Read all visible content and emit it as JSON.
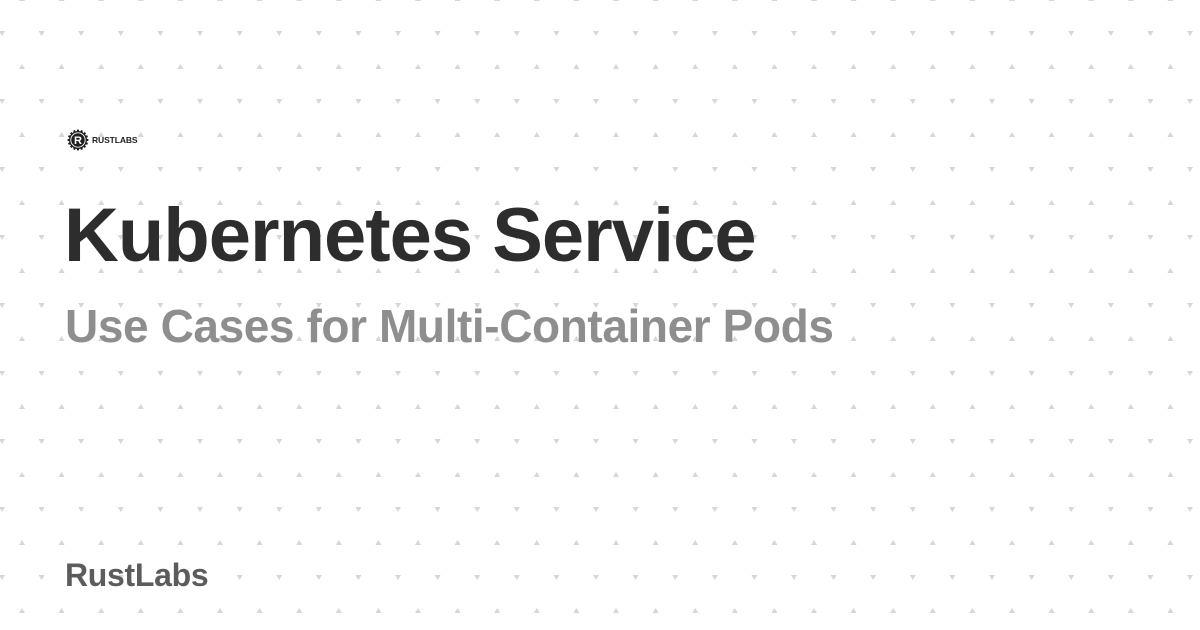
{
  "header": {
    "logo_text": "RUSTLABS",
    "logo_icon": "rust-gear-icon"
  },
  "hero": {
    "title": "Kubernetes Service",
    "subtitle": "Use Cases for Multi-Container Pods"
  },
  "footer": {
    "brand": "RustLabs"
  },
  "colors": {
    "background": "#ffffff",
    "title": "#2d2d2d",
    "subtitle": "#8e8e8e",
    "brand": "#5c5c5c",
    "pattern": "#d6d6d6"
  }
}
